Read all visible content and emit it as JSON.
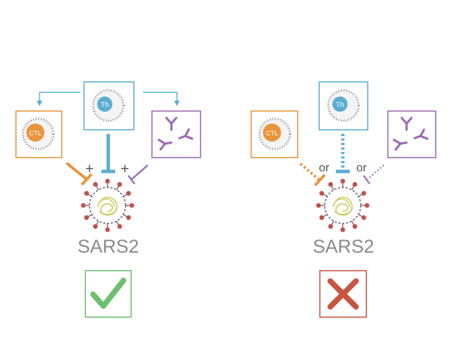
{
  "colors": {
    "ctl": "#e8943a",
    "th": "#5aaed3",
    "antibody": "#9b6bb3",
    "check": "#6cc070",
    "cross": "#c9553f",
    "virus_spike": "#c0504d",
    "virus_rna": "#d9d77a",
    "text": "#8a8a8a"
  },
  "left_panel": {
    "ctl_label": "CTL",
    "th_label": "Th",
    "op_left": "+",
    "op_right": "+",
    "virus_label": "SARS2",
    "result_icon": "check-icon"
  },
  "right_panel": {
    "ctl_label": "CTL",
    "th_label": "Th",
    "op_left": "or",
    "op_right": "or",
    "virus_label": "SARS2",
    "result_icon": "cross-icon"
  }
}
